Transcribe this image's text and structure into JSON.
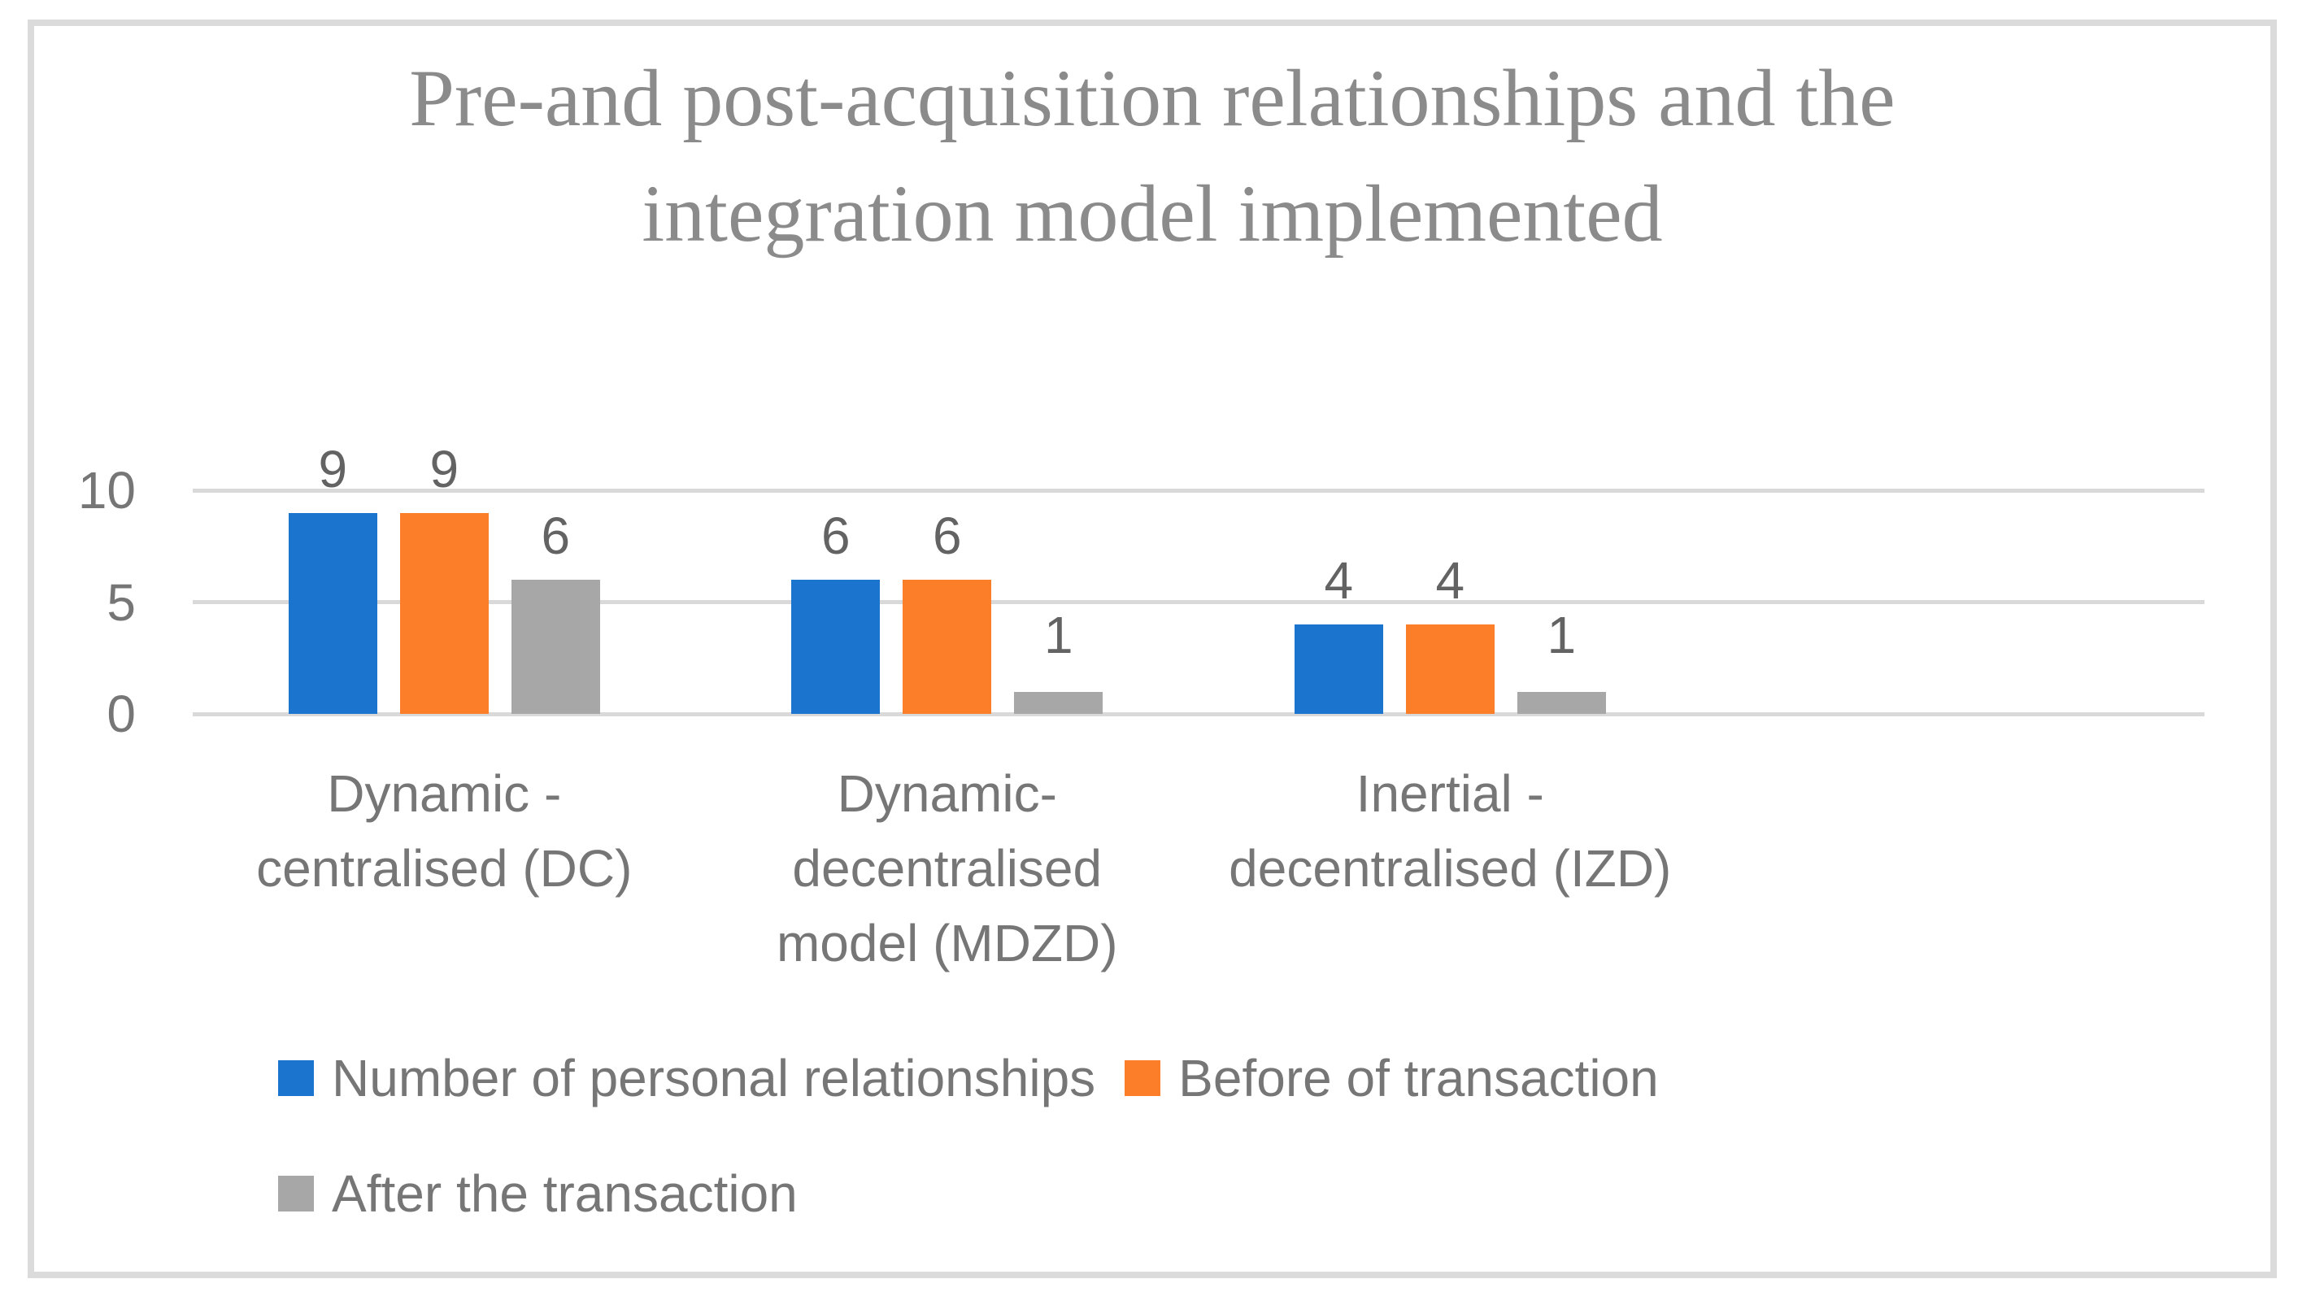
{
  "frame": {
    "border_color": "#DBDBDB",
    "background": "#FFFFFF"
  },
  "chart_data": {
    "type": "bar",
    "title": "Pre-and post-acquisition relationships and the\nintegration model implemented",
    "title_color": "#8B8B8B",
    "categories": [
      "Dynamic -\ncentralised (DC)",
      "Dynamic-\ndecentralised\nmodel (MDZD)",
      "Inertial -\ndecentralised (IZD)"
    ],
    "series": [
      {
        "name": "Number of personal relationships",
        "color": "#1B74CE",
        "values": [
          9,
          6,
          4
        ]
      },
      {
        "name": "Before of transaction",
        "color": "#FD7E29",
        "values": [
          9,
          6,
          4
        ]
      },
      {
        "name": "After the transaction",
        "color": "#A7A7A7",
        "values": [
          6,
          1,
          1
        ]
      }
    ],
    "ylim": [
      0,
      10
    ],
    "yticks": [
      0,
      5,
      10
    ],
    "grid": true,
    "gridline_color": "#D9D9D9",
    "axis_text_color": "#767676",
    "data_label_color": "#636363",
    "data_labels": true,
    "legend_position": "bottom-left",
    "legend_rows": [
      [
        0,
        1
      ],
      [
        2
      ]
    ]
  }
}
